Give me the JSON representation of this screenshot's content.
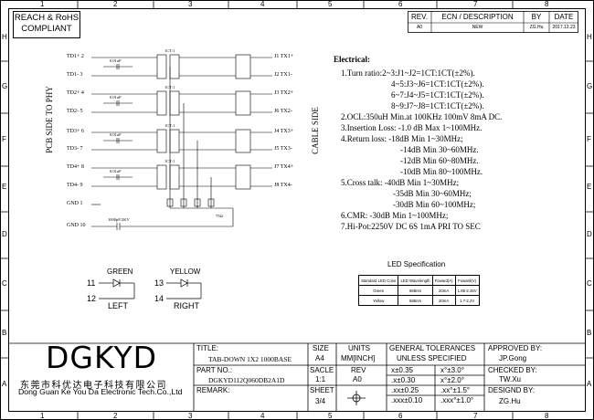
{
  "grid": {
    "cols": [
      "1",
      "2",
      "3",
      "4",
      "5",
      "6",
      "7",
      "8"
    ],
    "rows": [
      "H",
      "G",
      "F",
      "E",
      "D",
      "C",
      "B",
      "A"
    ]
  },
  "compliance": "REACH & RoHS\nCOMPLIANT",
  "revision": {
    "headers": [
      "REV.",
      "ECN / DESCRIPTION",
      "BY",
      "DATE"
    ],
    "row": [
      "A0",
      "NEW",
      "ZG.Hu",
      "2017.12.23"
    ]
  },
  "schematic": {
    "left_pins": [
      "TD1+ 2",
      "TD1- 3",
      "TD2+ 4",
      "TD2- 5",
      "TD3+ 6",
      "TD3- 7",
      "TD4+ 8",
      "TD4- 9",
      "GND 1",
      "GND 10"
    ],
    "right_pins": [
      "J1 TX1+",
      "J2 TX1-",
      "J3 TX2+",
      "J6 TX2-",
      "J4 TX3+",
      "J5 TX3-",
      "J7 TX4+",
      "J8 TX4-"
    ],
    "ct_labels": [
      "1CT:1",
      "1CT:1",
      "1CT:1",
      "1CT:1"
    ],
    "cap_labels": [
      "0.01uF",
      "0.01uF",
      "0.01uF",
      "0.01uF"
    ],
    "ratio_label": "1CT:1",
    "res_label": "75Ω",
    "gnd_cap_label": "1000pF/2KV",
    "side_left": "PCB SIDE TO PHY",
    "side_right": "CABLE SIDE"
  },
  "electrical": {
    "title": "Electrical:",
    "lines": [
      "1.Turn ratio:2~3:J1~J2=1CT:1CT(±2%).",
      "4~5:J3~J6=1CT:1CT(±2%).",
      "6~7:J4~J5=1CT:1CT(±2%).",
      "8~9:J7~J8=1CT:1CT(±2%).",
      "2.OCL:350uH Min.at 100KHz 100mV 8mA DC.",
      "3.Insertion Loss: -1.0 dB Max 1~100MHz.",
      "4.Return loss: -18dB Min 1~30MHz;",
      "-14dB Min 30~60MHz.",
      "-12dB Min 60~80MHz.",
      "-10dB Min 80~100MHz.",
      "5.Cross talk: -40dB Min 1~30MHz;",
      "-35dB Min 30~60MHz;",
      "-30dB Min 60~100MHz;",
      "6.CMR: -30dB Min 1~100MHz;",
      "7.Hi-Pot:2250V DC 6S 1mA PRI TO SEC"
    ]
  },
  "led": {
    "title": "LED Specification",
    "headers": [
      "Standard LED Color",
      "LED Wavelength",
      "Foward(A)",
      "Foward(V)"
    ],
    "rows": [
      [
        "Green",
        "568nm",
        "20mA",
        "1.85-2.45V"
      ],
      [
        "Yellow",
        "585nm",
        "20mA",
        "1.7-2.2V"
      ]
    ],
    "green_label": "GREEN",
    "yellow_label": "YELLOW",
    "pins_left": [
      "11",
      "12"
    ],
    "pins_right": [
      "13",
      "14"
    ],
    "left_label": "LEFT",
    "right_label": "RIGHT"
  },
  "title_block": {
    "logo": "DGKYD",
    "company_cn": "东莞市科优达电子科技有限公司",
    "company_en": "Dong Guan Ke You Da Electronic Tech.Co.,Ltd",
    "title_label": "TITLE:",
    "title_value": "TAB-DOWN 1X2 1000BASE",
    "partno_label": "PART NO.:",
    "partno_value": "DGKYD112Q060DB2A1D",
    "remark_label": "REMARK:",
    "size_label": "SIZE",
    "size_value": "A4",
    "units_label": "UNITS",
    "units_value": "MM[INCH]",
    "scale_label": "SACLE",
    "scale_value": "1:1",
    "rev_label": "REV",
    "rev_value": "A0",
    "sheet_label": "SHEET",
    "sheet_value": "3/4",
    "tol_title": "GENERAL TOLERANCES",
    "tol_sub": "UNLESS SPECIFIED",
    "tol_rows": [
      [
        "x±0.35",
        "x°±3.0°"
      ],
      [
        ".x±0.30",
        "x°±2.0°"
      ],
      [
        ".xx±0.25",
        ".xx°±1.5°"
      ],
      [
        ".xxx±0.10",
        ".xxx°±1.0°"
      ]
    ],
    "approved_label": "APPROVED BY:",
    "approved_value": "JP.Gong",
    "checked_label": "CHECKED BY:",
    "checked_value": "TW.Xu",
    "designed_label": "DESIGND BY:",
    "designed_value": "ZG.Hu"
  }
}
